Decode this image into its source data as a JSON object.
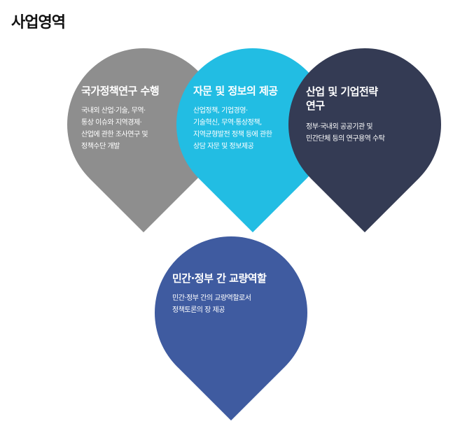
{
  "page_title": "사업영역",
  "colors": {
    "gray": "#8e8e8e",
    "cyan": "#22bde3",
    "navy": "#343b54",
    "blue": "#3f5ba0"
  },
  "areas": [
    {
      "title": "국가정책연구 수행",
      "desc": "국내외 산업·기술, 무역·\n통상 이슈와 지역경제·\n산업에 관한 조사연구 및\n정책수단 개발"
    },
    {
      "title": "자문 및 정보의 제공",
      "desc": "산업정책, 기업경영·\n기술혁신, 무역·통상정책,\n지역균형발전 정책 등에 관한\n상담 자문 및 정보제공"
    },
    {
      "title": "산업 및 기업전략\n연구",
      "desc": "정부·국내외 공공기관 및\n민간단체 등의 연구용역 수탁"
    },
    {
      "title": "민간·정부 간 교량역할",
      "desc": "민간·정부 간의 교량역할로서\n정책토론의 장 제공"
    }
  ]
}
